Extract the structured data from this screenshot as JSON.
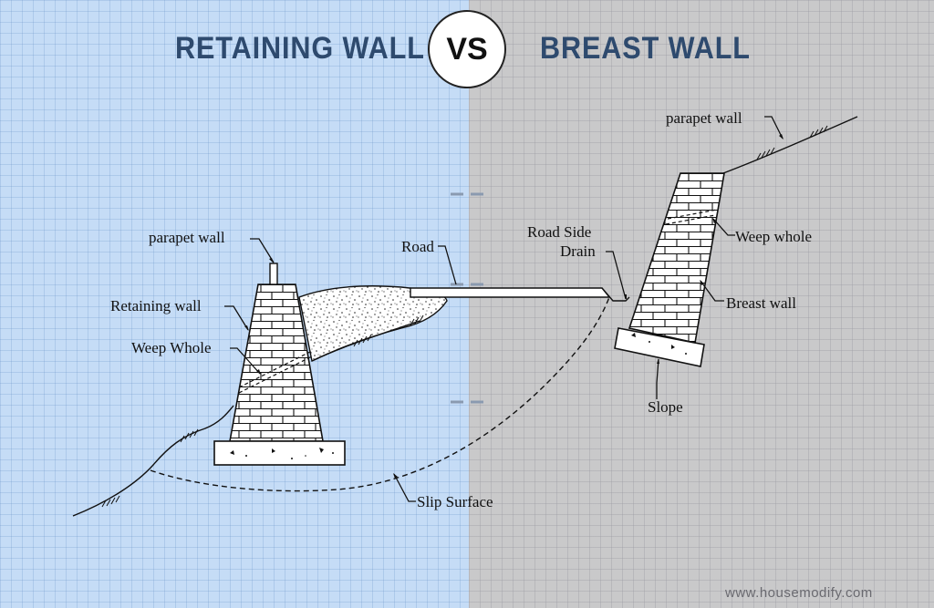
{
  "header": {
    "left_title": "RETAINING  WALL",
    "vs_label": "VS",
    "right_title": "BREAST WALL"
  },
  "labels": {
    "parapet_wall_left": "parapet wall",
    "retaining_wall": "Retaining wall",
    "weep_whole_left": "Weep Whole",
    "road": "Road",
    "road_side_drain_line1": "Road Side",
    "road_side_drain_line2": "Drain",
    "parapet_wall_right": "parapet wall",
    "weep_whole_right": "Weep whole",
    "breast_wall": "Breast wall",
    "slope": "Slope",
    "slip_surface": "Slip Surface"
  },
  "footer": {
    "website": "www.housemodify.com"
  },
  "colors": {
    "left_bg": "#c5dcf6",
    "right_bg": "#c9c9ca",
    "title": "#2e4a6e",
    "line": "#111111"
  }
}
